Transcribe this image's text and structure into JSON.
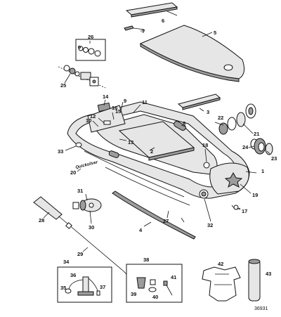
{
  "diagram": {
    "figure_number": "36931",
    "brand_logo_text": "Quicksilver",
    "callouts": [
      "1",
      "2",
      "3",
      "4",
      "5",
      "6",
      "7",
      "8",
      "9",
      "10",
      "11",
      "12",
      "13",
      "14",
      "15",
      "16",
      "17",
      "18",
      "19",
      "20",
      "21",
      "22",
      "23",
      "24",
      "25",
      "26",
      "27",
      "28",
      "29",
      "30",
      "31",
      "32",
      "33",
      "34",
      "35",
      "36",
      "37",
      "38",
      "39",
      "40",
      "41",
      "42",
      "43"
    ],
    "colors": {
      "line": "#111111",
      "shade_light": "#e6e6e6",
      "shade_dark": "#9c9c9c",
      "background": "#ffffff"
    }
  }
}
